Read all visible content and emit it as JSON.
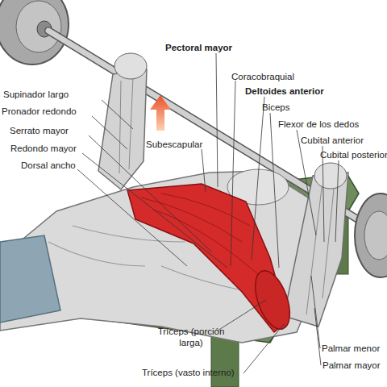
{
  "diagram": {
    "labels": [
      "Pectoral mayor",
      "Coracobraquial",
      "Deltoides anterior",
      "Biceps",
      "Flexor de los dedos",
      "Cubital anterior",
      "Cubital posterior",
      "Supinador largo",
      "Pronador redondo",
      "Subescapular",
      "Serrato mayor",
      "Redondo mayor",
      "Dorsal ancho",
      "Tríceps (porción larga)",
      "Tríceps (vasto interno)",
      "Palmar menor",
      "Palmar mayor"
    ]
  }
}
